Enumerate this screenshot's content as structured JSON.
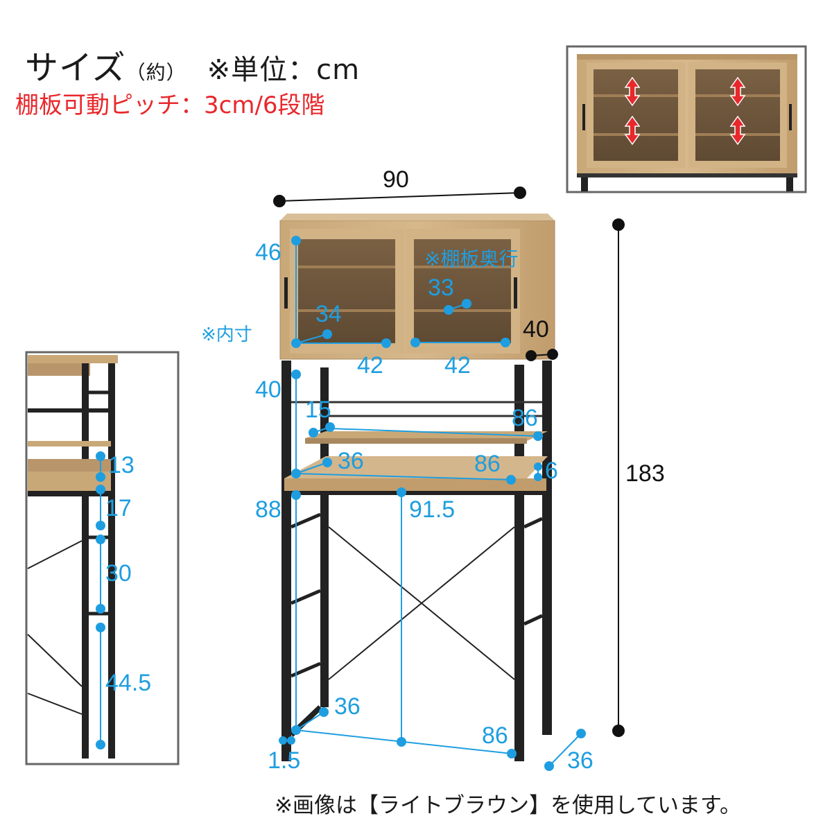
{
  "header": {
    "title": "サイズ",
    "title_note": "（約）",
    "unit_note": "※単位：cm",
    "pitch_note": "棚板可動ピッチ：3cm/6段階"
  },
  "labels": {
    "width_top": "90",
    "total_height": "183",
    "cabinet_depth": "40",
    "cabinet_inner_height": "46",
    "inner_note": "※内寸",
    "shelf_depth_note": "※棚板奥行",
    "shelf_depth": "33",
    "inner_depth_left": "34",
    "inner_width_left": "42",
    "inner_width_right": "42",
    "upper_gap_height": "40",
    "upper_shelf_depth": "15",
    "upper_shelf_width": "86",
    "middle_shelf_depth": "36",
    "middle_shelf_width": "86",
    "shelf_thickness": "6",
    "table_height": "88",
    "table_width": "91.5",
    "base_depth": "36",
    "base_inner_width": "86",
    "foot_size": "1.5",
    "outer_depth": "36"
  },
  "side_view": {
    "h1": "13",
    "h2": "17",
    "h3": "30",
    "h4": "44.5"
  },
  "footer": {
    "note": "※画像は【ライトブラウン】を使用しています。"
  },
  "colors": {
    "dimension_blue": "#1e9ee0",
    "pitch_red": "#e8282c",
    "wood": "#c8a67a",
    "frame": "#222222"
  }
}
